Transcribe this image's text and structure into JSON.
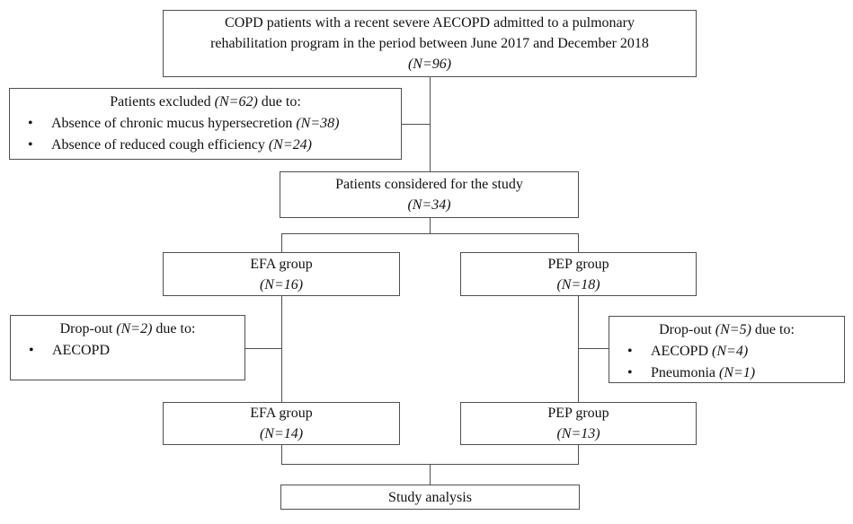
{
  "bullet_char": "•",
  "colors": {
    "border": "#4f4f4f",
    "connector": "#4f4f4f",
    "text": "#111111",
    "background": "#ffffff"
  },
  "boxes": {
    "enrollment": {
      "line1": "COPD patients with a recent severe AECOPD admitted to a pulmonary",
      "line2": "rehabilitation program in the period between June 2017 and December 2018",
      "n": "(N=96)"
    },
    "excluded": {
      "heading_pre": "Patients excluded ",
      "heading_n": "(N=62)",
      "heading_post": " due to:",
      "bullet1_text": "Absence of chronic mucus hypersecretion ",
      "bullet1_n": "(N=38)",
      "bullet2_text": "Absence of reduced cough efficiency ",
      "bullet2_n": "(N=24)"
    },
    "considered": {
      "line1": "Patients considered for the study",
      "n": "(N=34)"
    },
    "efa1": {
      "line1": "EFA group",
      "n": "(N=16)"
    },
    "pep1": {
      "line1": "PEP group",
      "n": "(N=18)"
    },
    "dropout_left": {
      "heading_pre": "Drop-out ",
      "heading_n": "(N=2)",
      "heading_post": " due to:",
      "bullet1_text": "AECOPD"
    },
    "dropout_right": {
      "heading_pre": "Drop-out ",
      "heading_n": "(N=5)",
      "heading_post": " due to:",
      "bullet1_text": "AECOPD ",
      "bullet1_n": "(N=4)",
      "bullet2_text": "Pneumonia ",
      "bullet2_n": "(N=1)"
    },
    "efa2": {
      "line1": "EFA group",
      "n": "(N=14)"
    },
    "pep2": {
      "line1": "PEP group",
      "n": "(N=13)"
    },
    "analysis": {
      "line1": "Study analysis"
    }
  }
}
